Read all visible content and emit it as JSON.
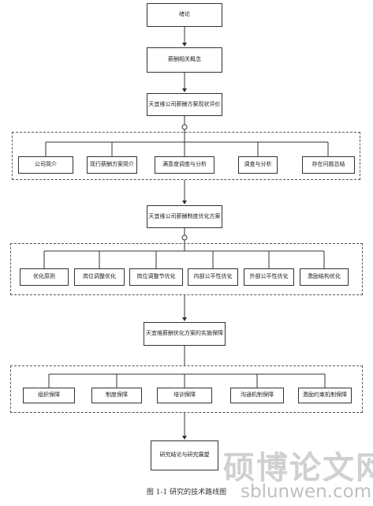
{
  "diagram": {
    "intro": "绪论",
    "theory": "薪酬相关概念",
    "status": "天宜维公司薪酬方案现状评价",
    "analysis_items": [
      "公司简介",
      "现行薪酬方案简介",
      "满意度调查与分析",
      "调查与分析",
      "存在问题总结"
    ],
    "plan": "天宜维公司薪酬制度优化方案",
    "plan_items": [
      "优化原则",
      "岗位调整优化",
      "岗位调整节优化",
      "内部公平性优化",
      "外部公平性优化",
      "激励结构优化"
    ],
    "guarantee": "天宜维薪酬优化方案的实施保障",
    "guarantee_items": [
      "组织保障",
      "制度保障",
      "培训保障",
      "沟通机制保障",
      "激励约束机制保障"
    ],
    "conclusion": "研究结论与研究展望"
  },
  "caption": "图 1-1  研究的技术路线图",
  "watermark": {
    "chinese": "硕博论文网",
    "url": "sblunwen.com"
  }
}
